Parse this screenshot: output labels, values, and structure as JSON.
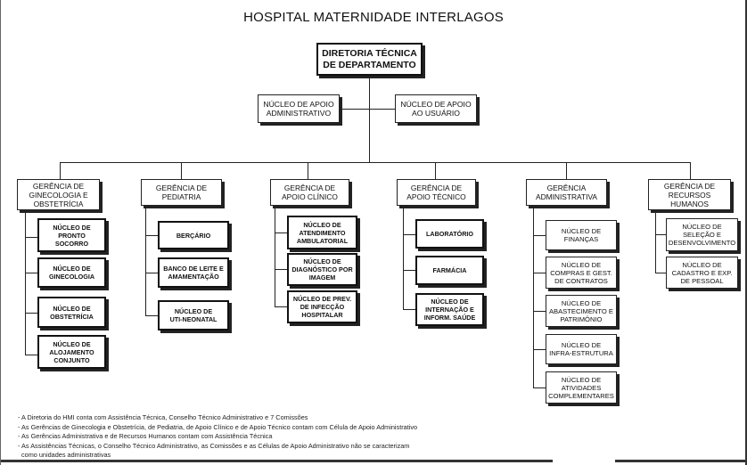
{
  "title": "HOSPITAL MATERNIDADE INTERLAGOS",
  "top": [
    "DIRETORIA TÉCNICA",
    "DE DEPARTAMENTO"
  ],
  "support": [
    [
      "NÚCLEO DE APOIO",
      "ADMINISTRATIVO"
    ],
    [
      "NÚCLEO DE APOIO",
      "AO USUÁRIO"
    ]
  ],
  "gerencias": [
    {
      "label": [
        "GERÊNCIA DE",
        "GINECOLOGIA E",
        "OBSTETRÍCIA"
      ],
      "nucleos": [
        [
          "NÚCLEO DE",
          "PRONTO",
          "SOCORRO"
        ],
        [
          "NÚCLEO DE",
          "GINECOLOGIA"
        ],
        [
          "NÚCLEO DE",
          "OBSTETRÍCIA"
        ],
        [
          "NÚCLEO DE",
          "ALOJAMENTO",
          "CONJUNTO"
        ]
      ]
    },
    {
      "label": [
        "GERÊNCIA DE",
        "PEDIATRIA"
      ],
      "nucleos": [
        [
          "BERÇÁRIO"
        ],
        [
          "BANCO DE LEITE E",
          "AMAMENTAÇÃO"
        ],
        [
          "NÚCLEO DE",
          "UTI-NEONATAL"
        ]
      ]
    },
    {
      "label": [
        "GERÊNCIA DE",
        "APOIO CLÍNICO"
      ],
      "nucleos": [
        [
          "NÚCLEO DE",
          "ATENDIMENTO",
          "AMBULATORIAL"
        ],
        [
          "NÚCLEO DE",
          "DIAGNÓSTICO POR",
          "IMAGEM"
        ],
        [
          "NÚCLEO DE PREV.",
          "DE INFECÇÃO",
          "HOSPITALAR"
        ]
      ]
    },
    {
      "label": [
        "GERÊNCIA DE",
        "APOIO TÉCNICO"
      ],
      "nucleos": [
        [
          "LABORATÓRIO"
        ],
        [
          "FARMÁCIA"
        ],
        [
          "NÚCLEO DE",
          "INTERNAÇÃO E",
          "INFORM. SAÚDE"
        ]
      ]
    },
    {
      "label": [
        "GERÊNCIA",
        "ADMINISTRATIVA"
      ],
      "nucleos": [
        [
          "NÚCLEO DE",
          "FINANÇAS"
        ],
        [
          "NÚCLEO DE",
          "COMPRAS E GEST.",
          "DE CONTRATOS"
        ],
        [
          "NÚCLEO DE",
          "ABASTECIMENTO E",
          "PATRIMÔNIO"
        ],
        [
          "NÚCLEO DE",
          "INFRA-ESTRUTURA"
        ],
        [
          "NÚCLEO DE",
          "ATIVIDADES",
          "COMPLEMENTARES"
        ]
      ]
    },
    {
      "label": [
        "GERÊNCIA DE",
        "RECURSOS",
        "HUMANOS"
      ],
      "nucleos": [
        [
          "NÚCLEO DE",
          "SELEÇÃO E",
          "DESENVOLVIMENTO"
        ],
        [
          "NÚCLEO DE",
          "CADASTRO E EXP.",
          "DE PESSOAL"
        ]
      ]
    }
  ],
  "notes": [
    "- A Diretoria do HMI conta com Assistência Técnica, Conselho Técnico Administrativo e 7 Comissões",
    "- As Gerências de Ginecologia e Obstetrícia, de Pediatria, de Apoio Clínico e de Apoio Técnico contam com Célula de Apoio Administrativo",
    "- As Gerências Administrativa e de Recursos Humanos contam com Assistência Técnica",
    "- As Assistências Técnicas, o Conselho Técnico Administrativo, as Comissões e as Células de Apoio Administrativo não se caracterizam",
    "   como unidades administrativas"
  ]
}
